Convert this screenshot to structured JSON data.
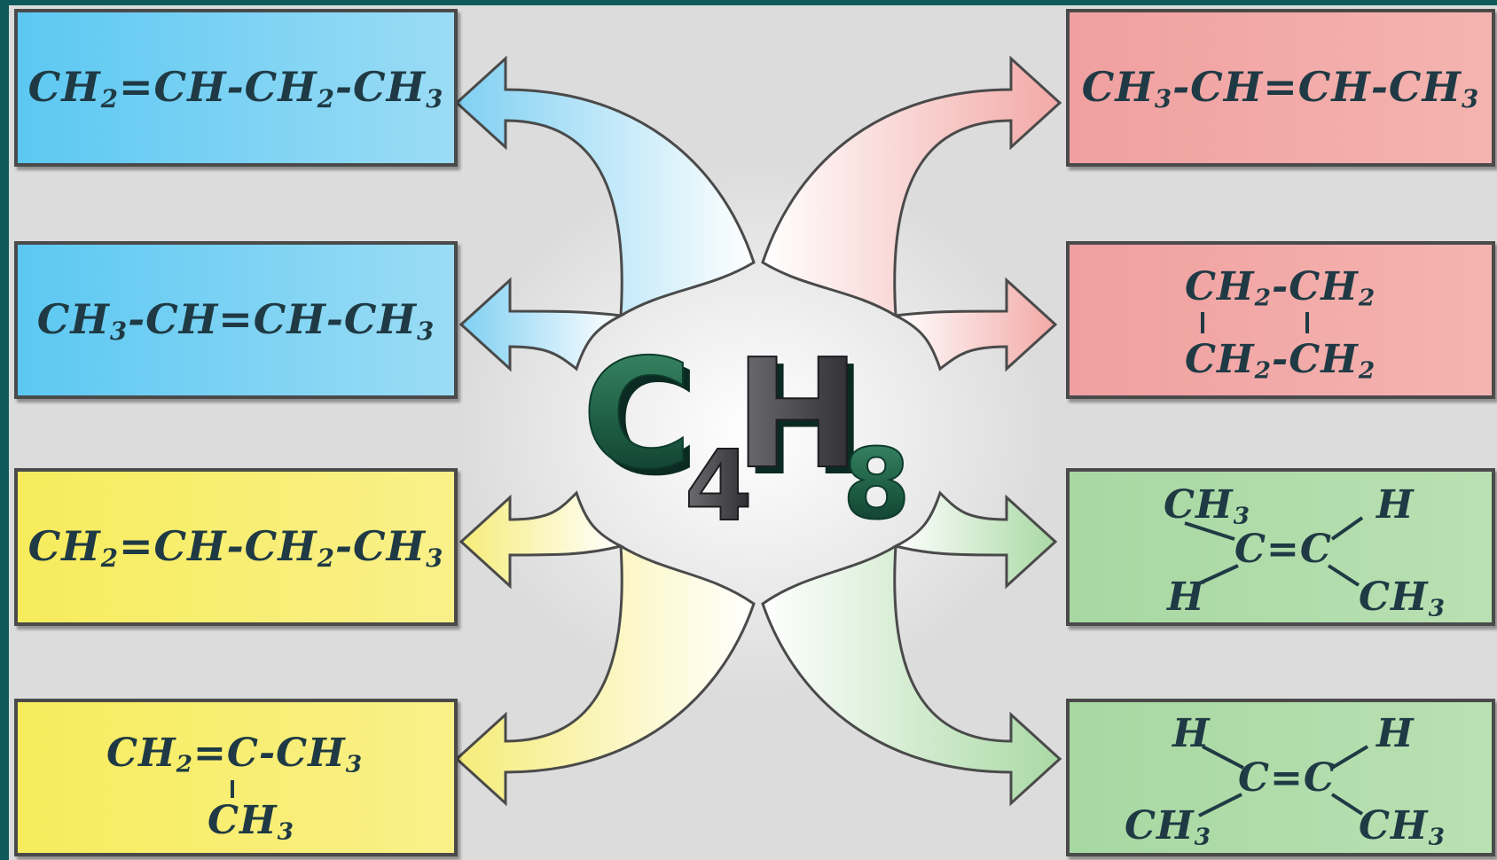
{
  "center": {
    "main": "C",
    "n1": "4",
    "main2": "H",
    "n2": "8"
  },
  "left_boxes": [
    {
      "color": "blue",
      "parts": [
        "CH",
        "2",
        "=CH-CH",
        "2",
        "-CH",
        "3"
      ]
    },
    {
      "color": "blue",
      "parts": [
        "CH",
        "3",
        "-CH=CH-CH",
        "3"
      ]
    },
    {
      "color": "yellow",
      "parts": [
        "CH",
        "2",
        "=CH-CH",
        "2",
        "-CH",
        "3"
      ]
    },
    {
      "color": "yellow",
      "top": [
        "CH",
        "2",
        "=C-CH",
        "3"
      ],
      "branch": [
        "CH",
        "3"
      ]
    }
  ],
  "right_boxes": [
    {
      "color": "pink",
      "parts": [
        "CH",
        "3",
        "-CH=CH-CH",
        "3"
      ]
    },
    {
      "color": "pink",
      "ring": {
        "top": [
          "CH",
          "2",
          "-CH",
          "2"
        ],
        "bottom": [
          "CH",
          "2",
          "-CH",
          "2"
        ]
      }
    },
    {
      "color": "green",
      "alkene": {
        "tl": [
          "CH",
          "3"
        ],
        "tr": [
          "H",
          ""
        ],
        "center": "C=C",
        "bl": [
          "H",
          ""
        ],
        "br": [
          "CH",
          "3"
        ]
      }
    },
    {
      "color": "green",
      "alkene": {
        "tl": [
          "H",
          ""
        ],
        "tr": [
          "H",
          ""
        ],
        "center": "C=C",
        "bl": [
          "CH",
          "3"
        ],
        "br": [
          "CH",
          "3"
        ]
      }
    }
  ],
  "colors": {
    "blue": "#5cc8f2",
    "yellow": "#f7ec5c",
    "pink": "#f0a0a0",
    "green": "#a7d8a2",
    "frame": "#0e5a5a",
    "bg": "#dcdcdc"
  }
}
